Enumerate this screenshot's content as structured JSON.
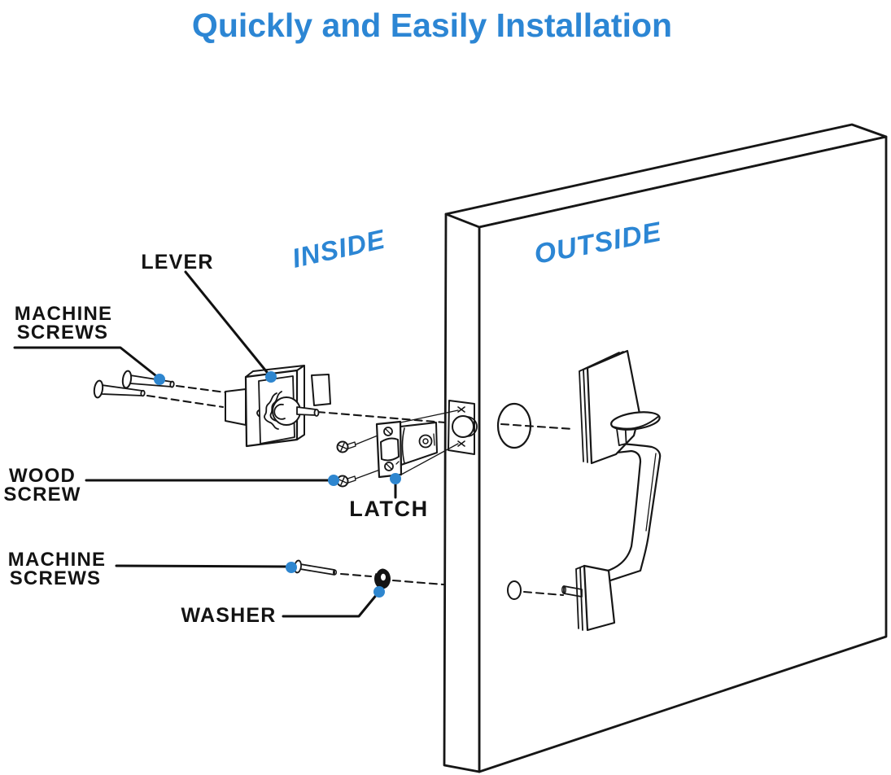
{
  "title": {
    "text": "Quickly and Easily Installation"
  },
  "sides": {
    "inside": "INSIDE",
    "outside": "OUTSIDE"
  },
  "labels": {
    "lever": "LEVER",
    "machine_screws_top": [
      "MACHINE",
      "SCREWS"
    ],
    "wood_screw": [
      "WOOD",
      "SCREW"
    ],
    "latch": "LATCH",
    "machine_screws_bottom": [
      "MACHINE",
      "SCREWS"
    ],
    "washer": "WASHER"
  },
  "parts": [
    "lever",
    "machine screws",
    "wood screws",
    "latch",
    "washer",
    "door",
    "outside handleset"
  ],
  "colors": {
    "accent_blue_text": "#2c86d4",
    "callout_dot_blue": "#2e86cf",
    "line_ink": "#161616",
    "background": "#ffffff"
  }
}
